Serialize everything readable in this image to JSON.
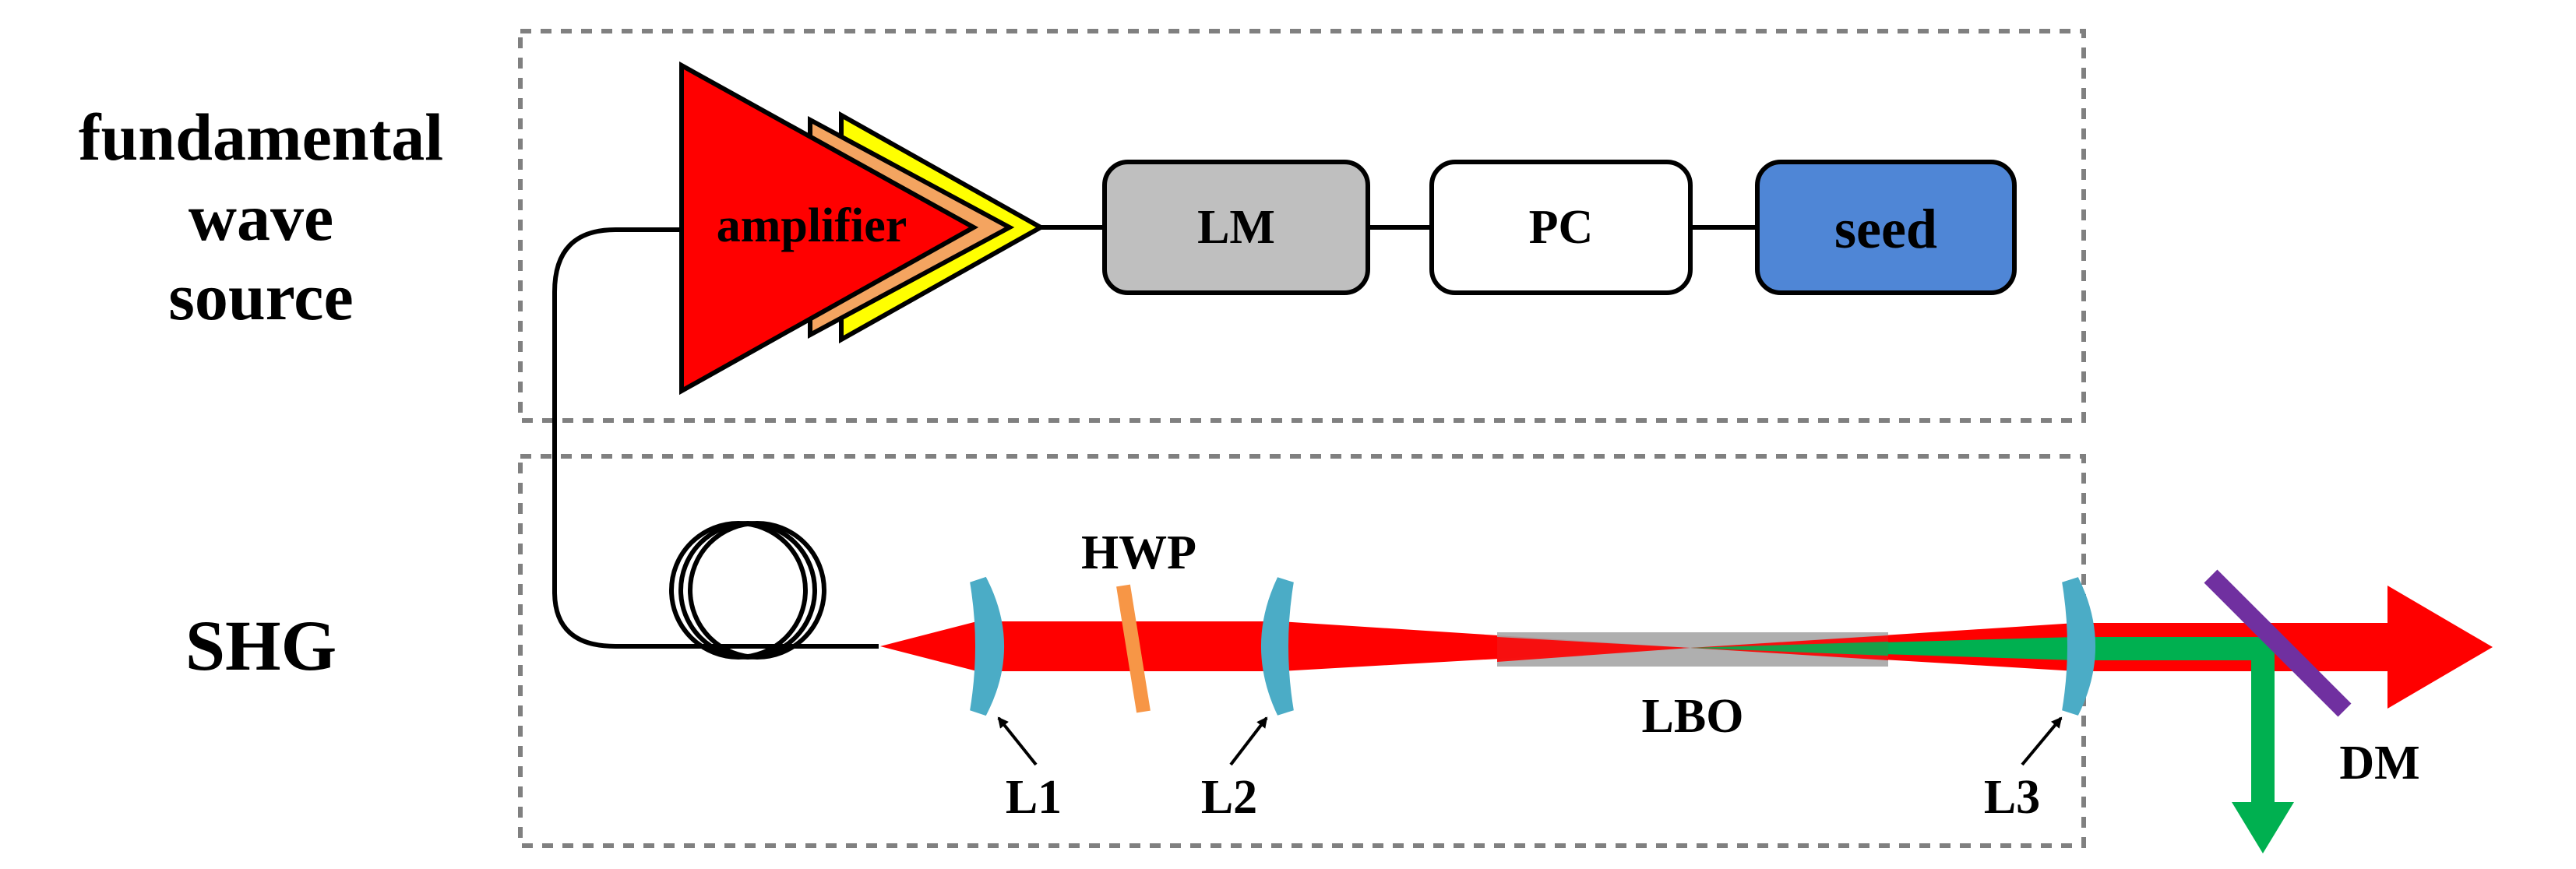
{
  "sections": {
    "fundamental": {
      "title_lines": [
        "fundamental",
        "wave",
        "source"
      ]
    },
    "shg": {
      "title": "SHG"
    }
  },
  "boxes": {
    "amplifier": "amplifier",
    "lm": "LM",
    "pc": "PC",
    "seed": "seed"
  },
  "optics": {
    "hwp": "HWP",
    "l1": "L1",
    "l2": "L2",
    "l3": "L3",
    "lbo": "LBO",
    "dm": "DM"
  },
  "colors": {
    "beam_fundamental": "#ff0000",
    "beam_shg": "#00b050",
    "seed_fill": "#4f86d6",
    "lm_fill": "#bfbfbf",
    "lens_fill": "#4bacc6",
    "hwp_fill": "#f79646",
    "dm_fill": "#7030a0",
    "amp_layer_orange": "#f4a460",
    "amp_layer_yellow": "#ffff00"
  }
}
